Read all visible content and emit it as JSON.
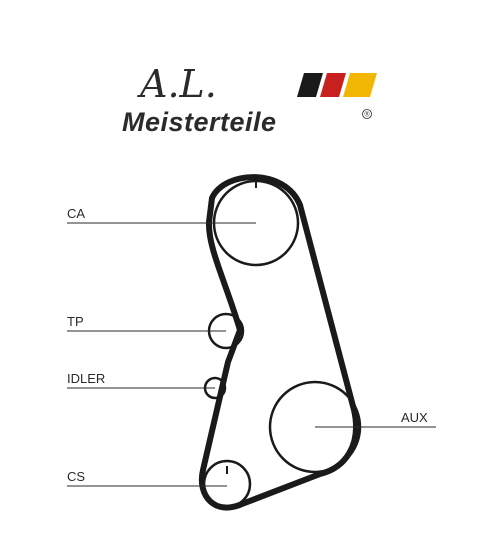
{
  "brand": {
    "monogram": "A.L.",
    "name": "Meisterteile",
    "registered_mark": "®",
    "flag_colors": [
      "#1a1a1a",
      "#c8201e",
      "#f2b705"
    ]
  },
  "labels": {
    "ca": "CA",
    "tp": "TP",
    "idler": "IDLER",
    "aux": "AUX",
    "cs": "CS"
  },
  "colors": {
    "belt": "#1a1a1a",
    "line": "#2a2a2a"
  }
}
